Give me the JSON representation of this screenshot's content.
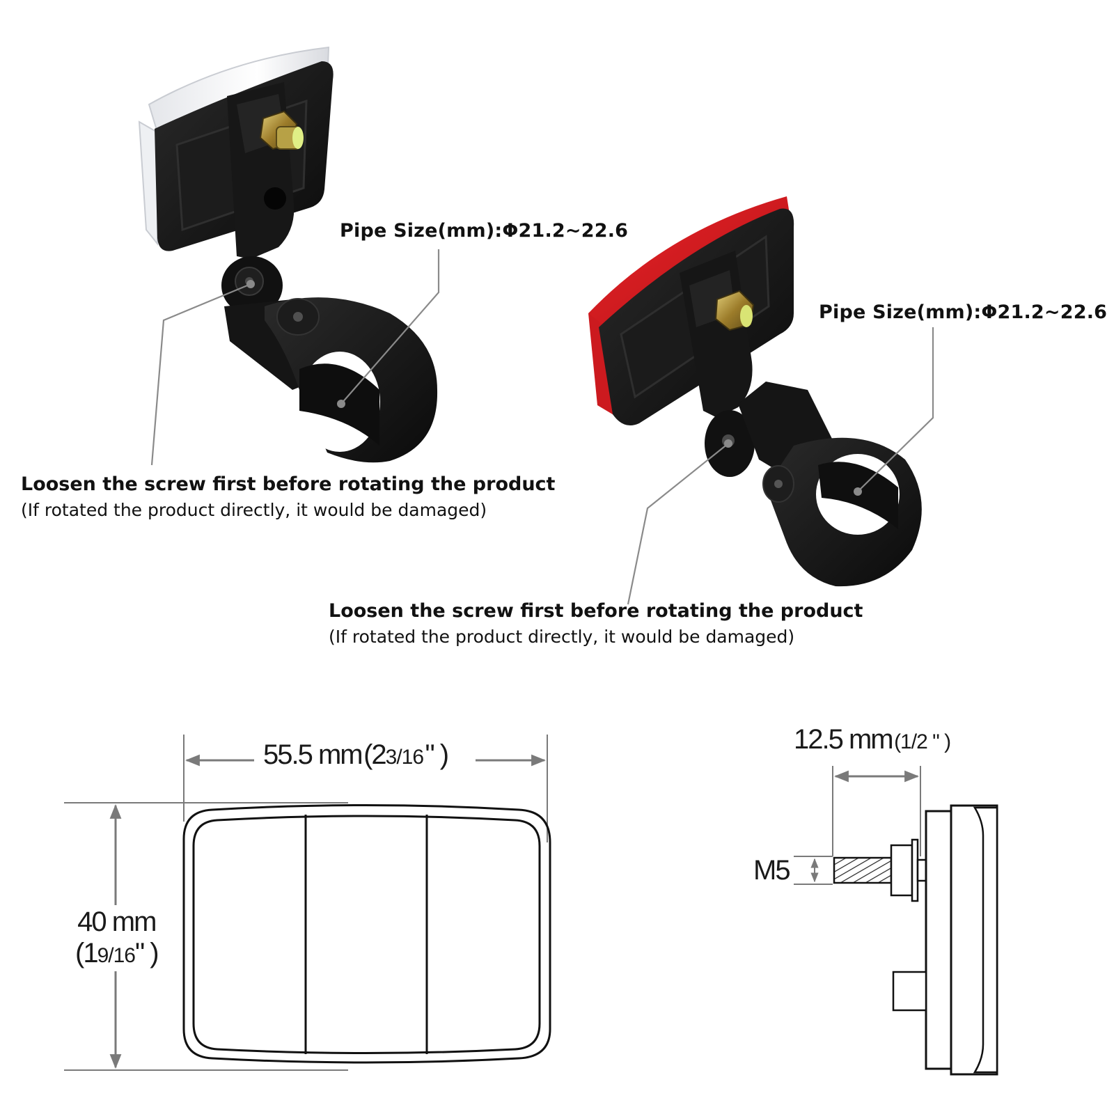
{
  "colors": {
    "reflector_white": "#f4f5f7",
    "reflector_red": "#d3171c",
    "housing_black": "#121212",
    "bolt_brass": "#b89a3a",
    "leader_line": "#8a8a8a",
    "dimension_arrow": "#7a7a7a"
  },
  "photo_white": {
    "pipe_label": "Pipe Size(mm):Φ21.2~22.6",
    "note_title": "Loosen the screw first before rotating the product",
    "note_detail": "(If rotated the product directly, it would be damaged)"
  },
  "photo_red": {
    "pipe_label": "Pipe Size(mm):Φ21.2~22.6",
    "note_title": "Loosen the screw first before rotating the product",
    "note_detail": "(If rotated the product directly, it would be damaged)"
  },
  "front_drawing": {
    "width_mm": "55.5 mm",
    "width_in_open": "(2",
    "width_in_frac": "3/16",
    "width_in_close": "\" )",
    "height_mm": "40 mm",
    "height_in_open": "(1",
    "height_in_frac": "9/16",
    "height_in_close": "\" )"
  },
  "side_drawing": {
    "depth_mm": "12.5 mm",
    "depth_in": "(1/2 \" )",
    "thread_label": "M5"
  }
}
